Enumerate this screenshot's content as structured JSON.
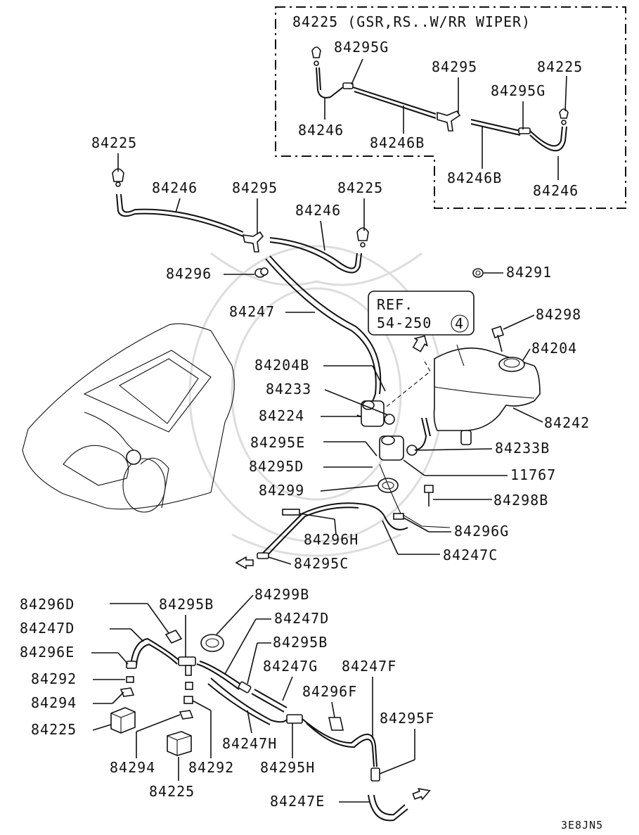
{
  "inset": {
    "header": "84225 (GSR,RS..W/RR WIPER)",
    "labels": [
      "84295G",
      "84295",
      "84225",
      "84295G",
      "84246",
      "84246B",
      "84246B",
      "84246"
    ]
  },
  "callouts": {
    "c84225_a": "84225",
    "c84246_a": "84246",
    "c84295_a": "84295",
    "c84225_b": "84225",
    "c84246_b": "84246",
    "c84296": "84296",
    "c84291": "84291",
    "c84247": "84247",
    "ref_line1": "REF.",
    "ref_line2": "54-250",
    "ref_circle": "4",
    "c84298": "84298",
    "c84204": "84204",
    "c84204B": "84204B",
    "c84233": "84233",
    "c84224": "84224",
    "c84242": "84242",
    "c84295E": "84295E",
    "c84233B": "84233B",
    "c84295D": "84295D",
    "c11767": "11767",
    "c84299": "84299",
    "c84298B": "84298B",
    "c84296G": "84296G",
    "c84296H": "84296H",
    "c84247C": "84247C",
    "c84295C": "84295C",
    "c84296D": "84296D",
    "c84295B": "84295B",
    "c84299B": "84299B",
    "c84247D_a": "84247D",
    "c84247D_b": "84247D",
    "c84296E": "84296E",
    "c84295B_b": "84295B",
    "c84292_a": "84292",
    "c84247G": "84247G",
    "c84247F": "84247F",
    "c84294_a": "84294",
    "c84296F": "84296F",
    "c84225_c": "84225",
    "c84295F": "84295F",
    "c84247H": "84247H",
    "c84294_b": "84294",
    "c84292_b": "84292",
    "c84295H": "84295H",
    "c84225_d": "84225",
    "c84247E": "84247E",
    "diagram_code": "3E8JN5"
  }
}
